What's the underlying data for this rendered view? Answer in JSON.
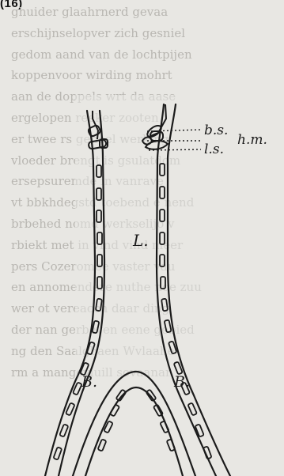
{
  "page": {
    "heading": "(16)"
  },
  "background_text": [
    "ghuider glaahrnerd gevaa",
    "erschijnselopver zich gesniel",
    "gedom aand van de lochtpijen",
    "koppenvoor wirding mohrt",
    "aan de doppels wrt da aase",
    "ergelopen reeker zooten",
    "er twee rs geheel werking",
    "vloeder brengt is gsulatdom",
    "ersepsuremde in vanrave",
    "vt bbkhdegstd toebend e nend",
    "brbehed nomd werkselijo v",
    "rbiekt met in vind vind meer",
    "pers Cozeromee vaster vau",
    "en annomendere nuthe noe zuu",
    "wer ot vereacch daar ding",
    "der nan gerbeven eene gebied",
    "ng den Saalgbaen Wvlaahe",
    "rm a mangeviuill sovaanan"
  ],
  "labels": {
    "bs": "b.s.",
    "hm": "h.m.",
    "ls": "l.s.",
    "L": "L.",
    "B_left": "B.",
    "B_right": "B."
  },
  "colors": {
    "paper": "#e8e7e3",
    "ink": "#1b1b1b",
    "faint_text": "#b9b7b2"
  }
}
